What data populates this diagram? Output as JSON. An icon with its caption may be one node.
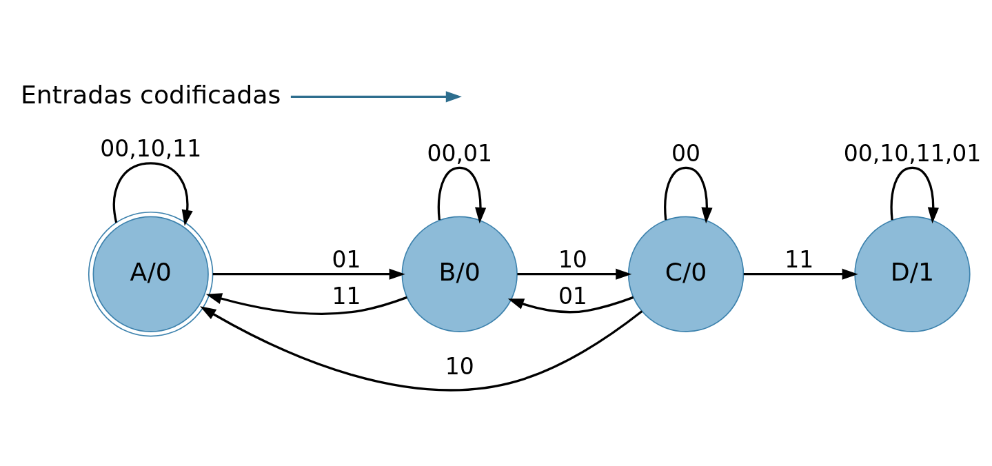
{
  "diagram": {
    "nodes": [
      {
        "text": [
          "A/0"
        ]
      },
      {
        "text": [
          "B/0"
        ]
      },
      {
        "text": [
          "C/0"
        ]
      },
      {
        "text": [
          "D/1"
        ]
      },
      {
        "text": [
          "Entradas codificadas"
        ]
      }
    ],
    "edges": [
      {
        "from": 0,
        "to": 0,
        "arrow": "to",
        "label": "00,10,11"
      },
      {
        "from": 0,
        "to": 1,
        "arrow": "to",
        "label": "01"
      },
      {
        "from": 1,
        "to": 1,
        "arrow": "to",
        "label": "00,01"
      },
      {
        "from": 1,
        "to": 2,
        "arrow": "to",
        "label": "10"
      },
      {
        "from": 2,
        "to": 2,
        "arrow": "to",
        "label": "00"
      },
      {
        "from": 2,
        "to": 3,
        "arrow": "to",
        "label": "11"
      },
      {
        "from": 3,
        "to": 3,
        "arrow": "to",
        "label": "00,10,11,01"
      },
      {
        "from": 2,
        "to": 1,
        "arrow": "to",
        "label": "01"
      },
      {
        "from": 1,
        "to": 0,
        "arrow": "to",
        "label": "11"
      },
      {
        "from": 2,
        "to": 0,
        "arrow": "to",
        "label": "10"
      },
      {
        "from": 4,
        "to": null,
        "arrow": "to",
        "color": "#2e6e8e"
      }
    ]
  }
}
